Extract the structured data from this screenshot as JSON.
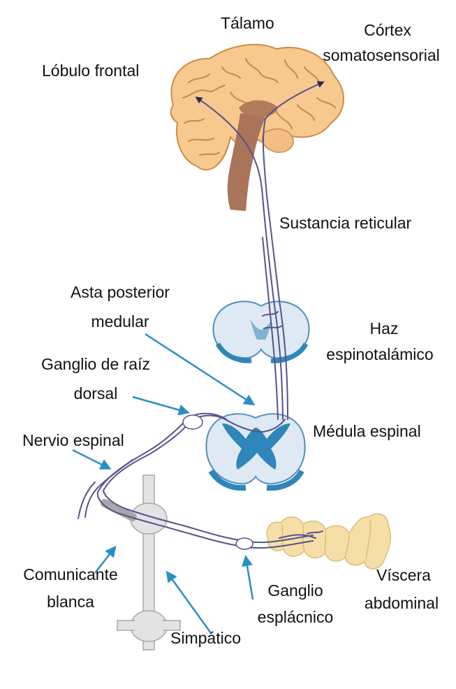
{
  "labels": {
    "talamo": "Tálamo",
    "cortex_1": "Córtex",
    "cortex_2": "somatosensorial",
    "lobulo_frontal": "Lóbulo frontal",
    "sustancia_reticular": "Sustancia reticular",
    "asta_1": "Asta posterior",
    "asta_2": "medular",
    "haz_1": "Haz",
    "haz_2": "espinotalámico",
    "ganglio_raiz_1": "Ganglio de raíz",
    "ganglio_raiz_2": "dorsal",
    "nervio_espinal": "Nervio espinal",
    "medula_espinal": "Médula espinal",
    "comunicante_1": "Comunicante",
    "comunicante_2": "blanca",
    "ganglio_espl_1": "Ganglio",
    "ganglio_espl_2": "esplácnico",
    "simpatico": "Simpático",
    "viscera_1": "Víscera",
    "viscera_2": "abdominal"
  },
  "colors": {
    "brain": "#f7c98e",
    "brain_outline": "#c88c4a",
    "brainstem": "#a9745a",
    "cord_fill": "#dfe9f3",
    "cord_outline": "#4f8fb8",
    "cord_gray": "#2f86b8",
    "pathway": "#56528c",
    "arrow": "#2a8fc3",
    "viscera": "#f6dfa6",
    "sympathetic": "#e3e3e3",
    "text": "#111111"
  }
}
